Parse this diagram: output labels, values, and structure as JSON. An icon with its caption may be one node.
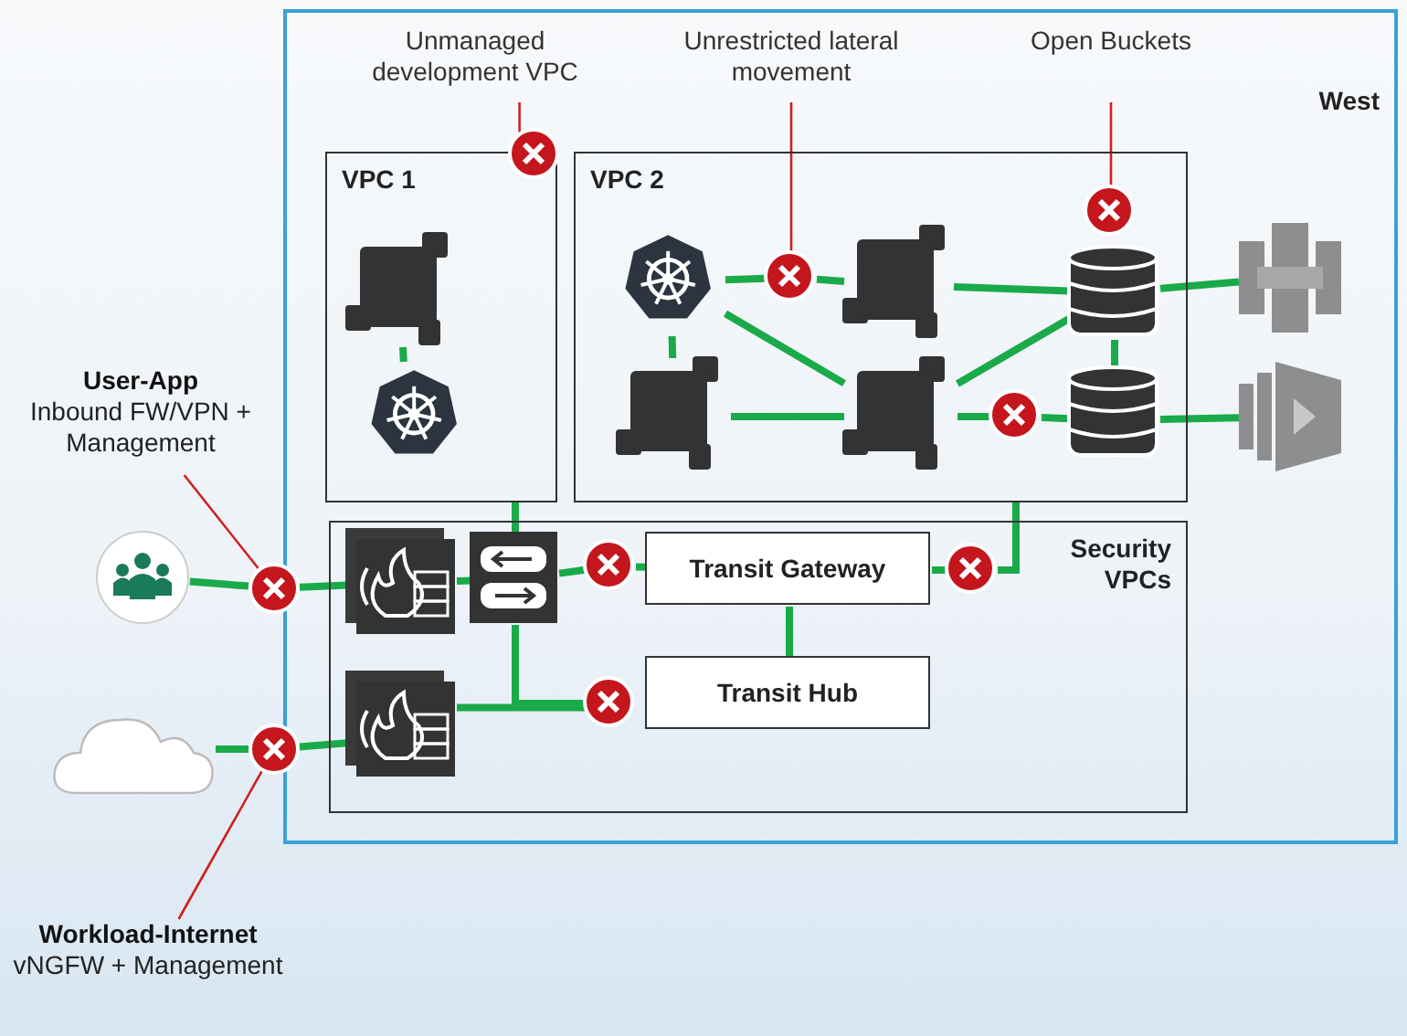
{
  "diagram": {
    "nodes": [
      {
        "text": [
          "West"
        ]
      },
      {
        "text": [
          "VPC 1"
        ],
        "in": 0
      },
      {
        "text": [
          "VPC 2"
        ],
        "in": 0
      },
      {
        "text": [
          "Security VPCs"
        ],
        "in": 0
      },
      {
        "text": [
          "Transit Gateway"
        ],
        "in": 3
      },
      {
        "text": [
          "Transit Hub"
        ],
        "in": 3
      },
      {
        "text": [
          "User-App",
          "Inbound FW/VPN + Management"
        ]
      },
      {
        "text": [
          "Workload-Internet",
          "vNGFW + Management"
        ]
      },
      {
        "text": [
          "Unmanaged development VPC"
        ],
        "in": 0
      },
      {
        "text": [
          "Unrestricted lateral movement"
        ],
        "in": 0
      },
      {
        "text": [
          "Open Buckets"
        ],
        "in": 0
      },
      {
        "text": [],
        "shape": "circle"
      },
      {
        "text": [],
        "shape": "cloud"
      },
      {
        "text": [],
        "shape": "box",
        "in": 1
      },
      {
        "text": [],
        "shape": "picture",
        "in": 1
      },
      {
        "text": [],
        "shape": "picture",
        "in": 2
      },
      {
        "text": [],
        "shape": "box",
        "in": 2
      },
      {
        "text": [],
        "shape": "cylinder",
        "in": 2
      },
      {
        "text": [],
        "shape": "box",
        "in": 2
      },
      {
        "text": [],
        "shape": "box",
        "in": 2
      },
      {
        "text": [],
        "shape": "cylinder",
        "in": 2
      },
      {
        "text": [],
        "shape": "picture",
        "in": 0
      },
      {
        "text": [],
        "shape": "picture",
        "in": 0
      },
      {
        "text": [],
        "shape": "picture",
        "in": 3
      },
      {
        "text": [],
        "shape": "picture",
        "in": 3
      },
      {
        "text": [],
        "shape": "picture",
        "in": 3
      },
      {
        "text": [],
        "shape": "circle"
      },
      {
        "text": [],
        "shape": "circle"
      },
      {
        "text": [],
        "shape": "circle",
        "in": 0
      },
      {
        "text": [],
        "shape": "circle",
        "in": 2
      },
      {
        "text": [],
        "shape": "circle",
        "in": 2
      },
      {
        "text": [],
        "shape": "circle",
        "in": 2
      },
      {
        "text": [],
        "shape": "circle",
        "in": 3
      },
      {
        "text": [],
        "shape": "circle",
        "in": 3
      },
      {
        "text": [],
        "shape": "circle",
        "in": 3
      }
    ],
    "edges": [
      {
        "from": 6,
        "to": 26,
        "arrow": "none",
        "color": "#d11f1f"
      },
      {
        "from": 7,
        "to": 27,
        "arrow": "none",
        "color": "#d11f1f"
      },
      {
        "from": 8,
        "to": 28,
        "arrow": "none",
        "color": "#d11f1f"
      },
      {
        "from": 9,
        "to": 29,
        "arrow": "none",
        "color": "#d11f1f"
      },
      {
        "from": 10,
        "to": 30,
        "arrow": "none",
        "color": "#d11f1f"
      },
      {
        "from": 11,
        "to": 26,
        "arrow": "none"
      },
      {
        "from": 26,
        "to": 23,
        "arrow": "none"
      },
      {
        "from": 12,
        "to": 27,
        "arrow": "none"
      },
      {
        "from": 27,
        "to": 25,
        "arrow": "none"
      },
      {
        "from": 23,
        "to": 24,
        "arrow": "none"
      },
      {
        "from": 24,
        "to": 32,
        "arrow": "none"
      },
      {
        "from": 32,
        "to": 4,
        "arrow": "none"
      },
      {
        "from": 24,
        "to": 1,
        "arrow": "none"
      },
      {
        "from": 24,
        "to": 34,
        "arrow": "none"
      },
      {
        "from": 25,
        "to": 34,
        "arrow": "none"
      },
      {
        "from": 4,
        "to": 5,
        "arrow": "none"
      },
      {
        "from": 4,
        "to": 33,
        "arrow": "none"
      },
      {
        "from": 33,
        "to": 2,
        "arrow": "none"
      },
      {
        "from": 13,
        "to": 14,
        "arrow": "none"
      },
      {
        "from": 15,
        "to": 29,
        "arrow": "none"
      },
      {
        "from": 29,
        "to": 16,
        "arrow": "none"
      },
      {
        "from": 16,
        "to": 17,
        "arrow": "none"
      },
      {
        "from": 15,
        "to": 18,
        "arrow": "none"
      },
      {
        "from": 15,
        "to": 19,
        "arrow": "none"
      },
      {
        "from": 18,
        "to": 19,
        "arrow": "none"
      },
      {
        "from": 19,
        "to": 17,
        "arrow": "none"
      },
      {
        "from": 19,
        "to": 31,
        "arrow": "none"
      },
      {
        "from": 31,
        "to": 20,
        "arrow": "none"
      },
      {
        "from": 17,
        "to": 20,
        "arrow": "none"
      },
      {
        "from": 17,
        "to": 21,
        "arrow": "none"
      },
      {
        "from": 20,
        "to": 22,
        "arrow": "none"
      }
    ]
  }
}
